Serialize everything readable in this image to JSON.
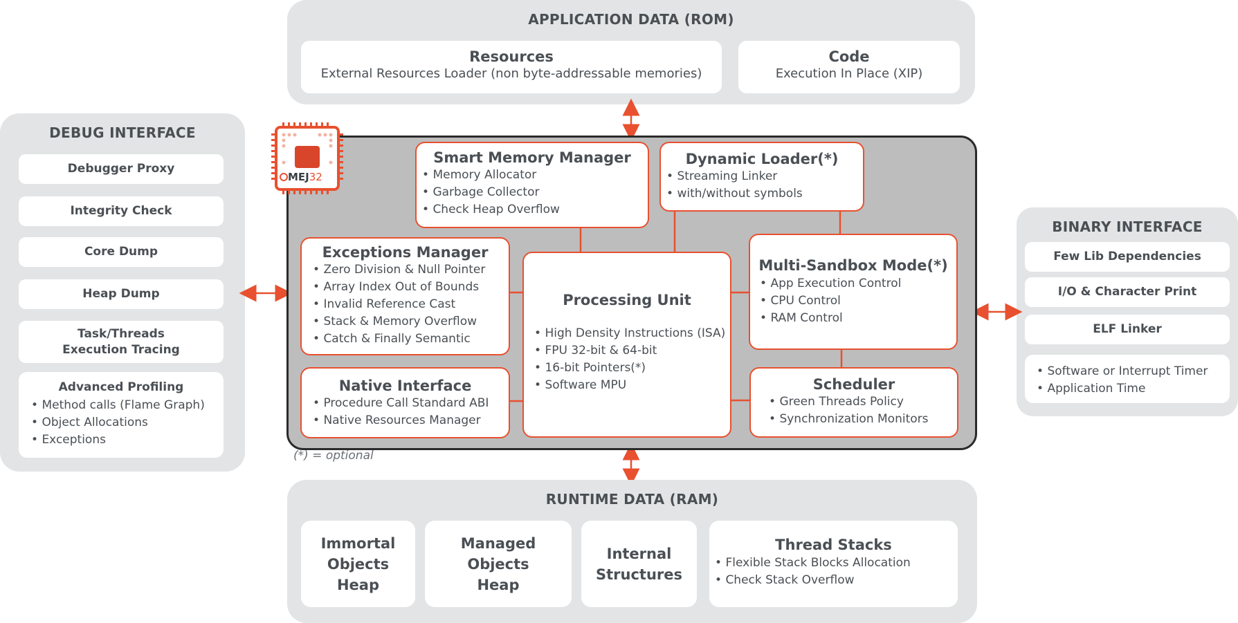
{
  "app_data": {
    "title": "APPLICATION DATA (ROM)",
    "resources": {
      "title": "Resources",
      "desc": "External Resources Loader (non byte-addressable memories)"
    },
    "code": {
      "title": "Code",
      "desc": "Execution In Place (XIP)"
    }
  },
  "debug": {
    "title": "DEBUG INTERFACE",
    "items": [
      "Debugger Proxy",
      "Integrity Check",
      "Core Dump",
      "Heap Dump"
    ],
    "tracing": {
      "line1": "Task/Threads",
      "line2": "Execution Tracing"
    },
    "profiling": {
      "title": "Advanced Profiling",
      "bullets": [
        "Method calls (Flame Graph)",
        "Object Allocations",
        "Exceptions"
      ]
    }
  },
  "binary": {
    "title": "BINARY INTERFACE",
    "items": [
      "Few Lib Dependencies",
      "I/O & Character Print",
      "ELF Linker"
    ],
    "timer_bullets": [
      "Software or Interrupt Timer",
      "Application Time"
    ]
  },
  "logo": {
    "text": "MEJ",
    "suffix": "32"
  },
  "core": {
    "smart_memory": {
      "title": "Smart Memory Manager",
      "bullets": [
        "Memory Allocator",
        "Garbage Collector",
        "Check Heap Overflow"
      ]
    },
    "dynamic_loader": {
      "title": "Dynamic Loader(*)",
      "bullets": [
        "Streaming Linker",
        "with/without symbols"
      ]
    },
    "exceptions": {
      "title": "Exceptions Manager",
      "bullets": [
        "Zero Division & Null Pointer",
        "Array Index Out of Bounds",
        "Invalid Reference Cast",
        "Stack & Memory Overflow",
        "Catch & Finally Semantic"
      ]
    },
    "processing": {
      "title": "Processing Unit",
      "bullets": [
        "High Density Instructions (ISA)",
        "FPU 32-bit & 64-bit",
        "16-bit Pointers(*)",
        "Software MPU"
      ]
    },
    "sandbox": {
      "title": "Multi-Sandbox Mode(*)",
      "bullets": [
        "App Execution Control",
        "CPU Control",
        "RAM Control"
      ]
    },
    "native": {
      "title": "Native Interface",
      "bullets": [
        "Procedure Call Standard ABI",
        "Native Resources Manager"
      ]
    },
    "scheduler": {
      "title": "Scheduler",
      "bullets": [
        "Green Threads Policy",
        "Synchronization Monitors"
      ]
    }
  },
  "optional_note": "(*) = optional",
  "runtime": {
    "title": "RUNTIME DATA (RAM)",
    "immortal": {
      "l1": "Immortal",
      "l2": "Objects",
      "l3": "Heap"
    },
    "managed": {
      "l1": "Managed",
      "l2": "Objects",
      "l3": "Heap"
    },
    "internal": {
      "l1": "Internal",
      "l2": "Structures"
    },
    "stacks": {
      "title": "Thread Stacks",
      "bullets": [
        "Flexible Stack Blocks Allocation",
        "Check Stack Overflow"
      ]
    }
  },
  "colors": {
    "accent": "#e8502f",
    "panel": "#e2e4e5",
    "core_bg": "#bdbdbd",
    "text": "#4a4f54"
  }
}
